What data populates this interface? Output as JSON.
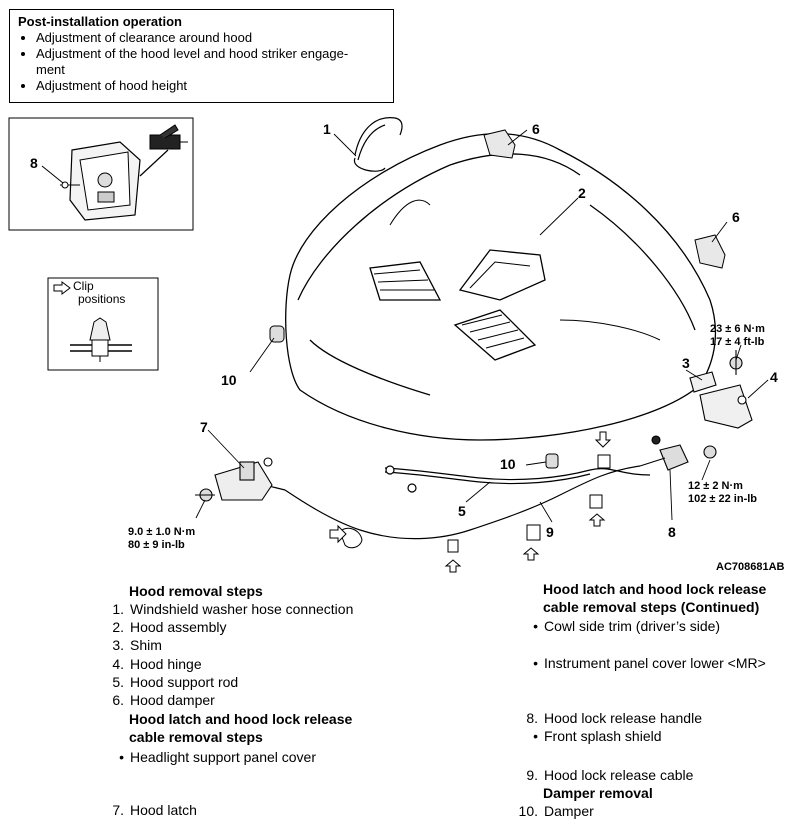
{
  "post_installation": {
    "title": "Post-installation operation",
    "items": [
      "Adjustment of clearance around hood",
      "Adjustment of the hood level and hood striker engage-",
      "ment",
      "Adjustment of hood height"
    ]
  },
  "inset": {
    "clip_label_line1": "Clip",
    "clip_label_line2": "positions",
    "part_label": "8"
  },
  "callouts": {
    "c1": "1",
    "c2": "2",
    "c3": "3",
    "c4": "4",
    "c5": "5",
    "c6a": "6",
    "c6b": "6",
    "c7": "7",
    "c8": "8",
    "c9": "9",
    "c10a": "10",
    "c10b": "10"
  },
  "torques": {
    "t1a": "23 ± 6 N·m",
    "t1b": "17 ± 4 ft-lb",
    "t2a": "12 ± 2 N·m",
    "t2b": "102 ± 22 in-lb",
    "t3a": "9.0 ± 1.0 N·m",
    "t3b": "80 ± 9 in-lb"
  },
  "figure_code": "AC708681AB",
  "left_column": {
    "heading": "Hood removal steps",
    "steps": [
      {
        "num": "1.",
        "text": "Windshield washer hose connection"
      },
      {
        "num": "2.",
        "text": "Hood assembly"
      },
      {
        "num": "3.",
        "text": "Shim"
      },
      {
        "num": "4.",
        "text": "Hood hinge"
      },
      {
        "num": "5.",
        "text": "Hood support rod"
      },
      {
        "num": "6.",
        "text": "Hood damper"
      }
    ],
    "heading2_line1": "Hood latch and hood lock release",
    "heading2_line2": "cable removal steps",
    "bullet1": "Headlight support panel cover",
    "step7_num": "7.",
    "step7_text": "Hood latch"
  },
  "right_column": {
    "heading_line1": "Hood latch and hood lock release",
    "heading_line2": "cable removal steps (Continued)",
    "bullet1": "Cowl side trim (driver’s side)",
    "bullet2": "Instrument panel cover lower <MR>",
    "step8_num": "8.",
    "step8_text": "Hood lock release handle",
    "bullet3": "Front splash shield",
    "step9_num": "9.",
    "step9_text": "Hood lock release cable",
    "heading2": "Damper removal",
    "step10_num": "10.",
    "step10_text": "Damper"
  }
}
